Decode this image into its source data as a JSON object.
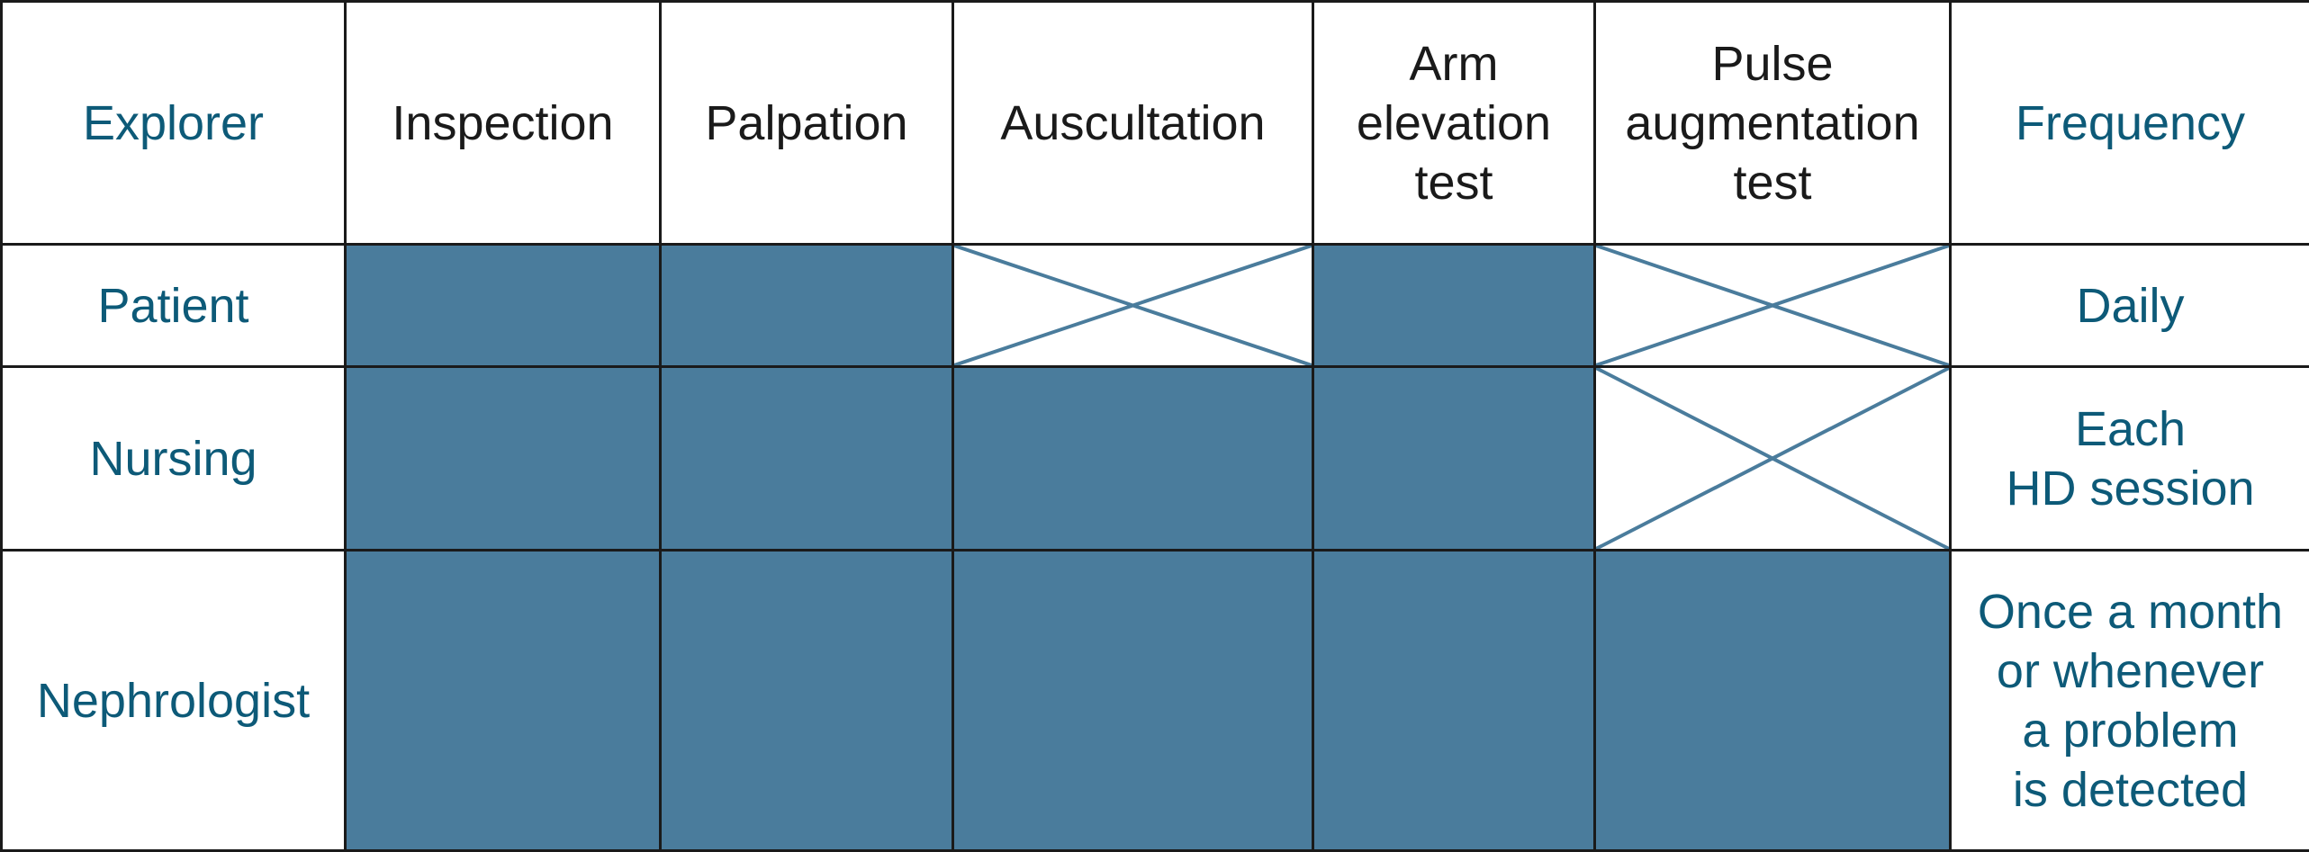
{
  "colors": {
    "fill": "#4a7c9c",
    "teal_text": "#0d5a78",
    "dark_text": "#1a1a1a",
    "border": "#1a1a1a",
    "cross_line": "#4a7c9c"
  },
  "legend_semantics": {
    "filled": "method performed by explorer",
    "crossed": "method not performed by explorer"
  },
  "header": {
    "explorer": "Explorer",
    "methods": [
      "Inspection",
      "Palpation",
      "Auscultation",
      "Arm\nelevation\ntest",
      "Pulse\naugmentation\ntest"
    ],
    "frequency": "Frequency"
  },
  "rows": [
    {
      "explorer": "Patient",
      "cells": [
        "filled",
        "filled",
        "crossed",
        "filled",
        "crossed"
      ],
      "frequency": "Daily"
    },
    {
      "explorer": "Nursing",
      "cells": [
        "filled",
        "filled",
        "filled",
        "filled",
        "crossed"
      ],
      "frequency": "Each\nHD session"
    },
    {
      "explorer": "Nephrologist",
      "cells": [
        "filled",
        "filled",
        "filled",
        "filled",
        "filled"
      ],
      "frequency": "Once a month\nor whenever\na problem\nis detected"
    }
  ]
}
